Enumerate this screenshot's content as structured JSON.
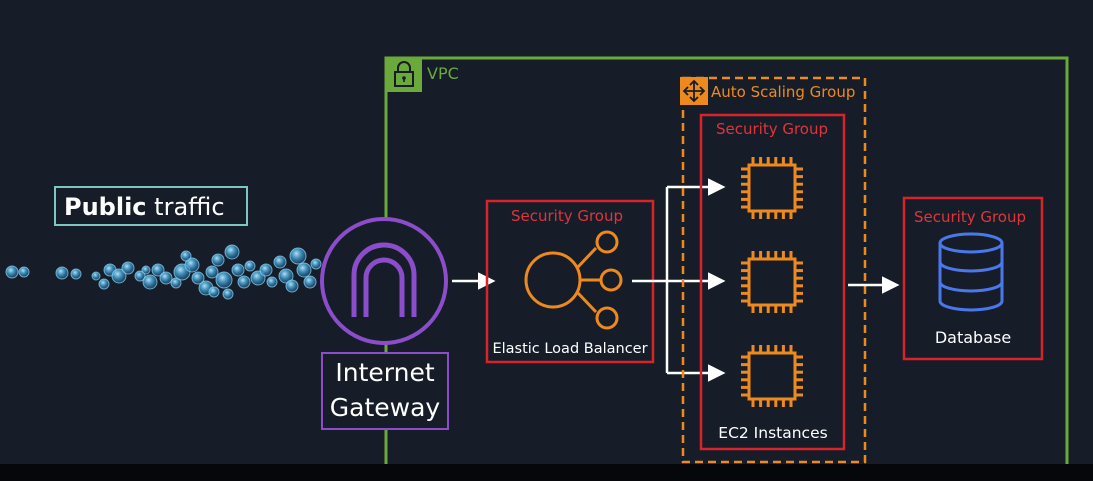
{
  "public_traffic": {
    "bold": "Public",
    "rest": " traffic"
  },
  "vpc": {
    "label": "VPC"
  },
  "internet_gateway": {
    "line1": "Internet",
    "line2": "Gateway"
  },
  "security_groups": {
    "elb": "Security Group",
    "ec2": "Security Group",
    "db": "Security Group"
  },
  "elb": {
    "label": "Elastic Load Balancer"
  },
  "auto_scaling": {
    "label": "Auto Scaling Group"
  },
  "ec2": {
    "label": "EC2 Instances"
  },
  "database": {
    "label": "Database"
  },
  "colors": {
    "background": "#161d29",
    "vpc_green": "#6aa93a",
    "security_red": "#d6242a",
    "security_text": "#e0343a",
    "aws_orange": "#ee8a1d",
    "gateway_purple": "#8b4dc9",
    "database_blue": "#4a78ea",
    "traffic_border": "#7fc6c2",
    "traffic_bubble": "#4fb6e8"
  }
}
